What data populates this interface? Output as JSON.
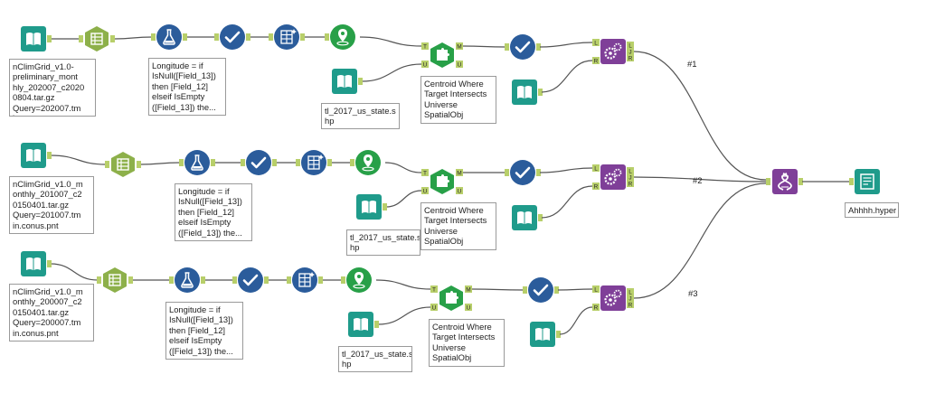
{
  "colors": {
    "input": "#1f9b8b",
    "prep": "#8db04a",
    "parse": "#2b5c9b",
    "spatial": "#28a048",
    "join": "#7f3f98",
    "output": "#1f9b8b",
    "wire": "#555555",
    "anchor": "#b8cf6a"
  },
  "annotations": {
    "row1_input": "nClimGrid_v1.0-\npreliminary_mont\nhly_202007_c2020\n0804.tar.gz\nQuery=202007.tm\nin.conus.pnt",
    "row1_formula": "Longitude = if\nIsNull([Field_13])\nthen [Field_12]\nelseif IsEmpty\n([Field_13]) the...",
    "row1_states": "tl_2017_us_state.s\nhp",
    "row1_spatial": "Centroid Where\nTarget Intersects\nUniverse\nSpatialObj",
    "row2_input": "nClimGrid_v1.0_m\nonthly_201007_c2\n0150401.tar.gz\nQuery=201007.tm\nin.conus.pnt",
    "row2_formula": "Longitude = if\nIsNull([Field_13])\nthen [Field_12]\nelseif IsEmpty\n([Field_13]) the...",
    "row2_states": "tl_2017_us_state.s\nhp",
    "row2_spatial": "Centroid Where\nTarget Intersects\nUniverse\nSpatialObj",
    "row3_input": "nClimGrid_v1.0_m\nonthly_200007_c2\n0150401.tar.gz\nQuery=200007.tm\nin.conus.pnt",
    "row3_formula": "Longitude = if\nIsNull([Field_13])\nthen [Field_12]\nelseif IsEmpty\n([Field_13]) the...",
    "row3_states": "tl_2017_us_state.s\nhp",
    "row3_spatial": "Centroid Where\nTarget Intersects\nUniverse\nSpatialObj",
    "output": "Ahhhh.hyper"
  },
  "connection_labels": {
    "c1": "#1",
    "c2": "#2",
    "c3": "#3"
  },
  "anchor_labels": {
    "target": "T",
    "universe": "U",
    "match": "M",
    "left": "L",
    "right": "R",
    "join": "J"
  },
  "icons": {
    "input": "book-icon",
    "select": "table-list-icon",
    "formula": "flask-icon",
    "filter": "check-icon",
    "multi_row": "grid-sparkle-icon",
    "spatial_object": "map-pin-icon",
    "spatial_match": "puzzle-icon",
    "join": "gears-icon",
    "union": "dna-icon",
    "output": "notepad-icon"
  }
}
